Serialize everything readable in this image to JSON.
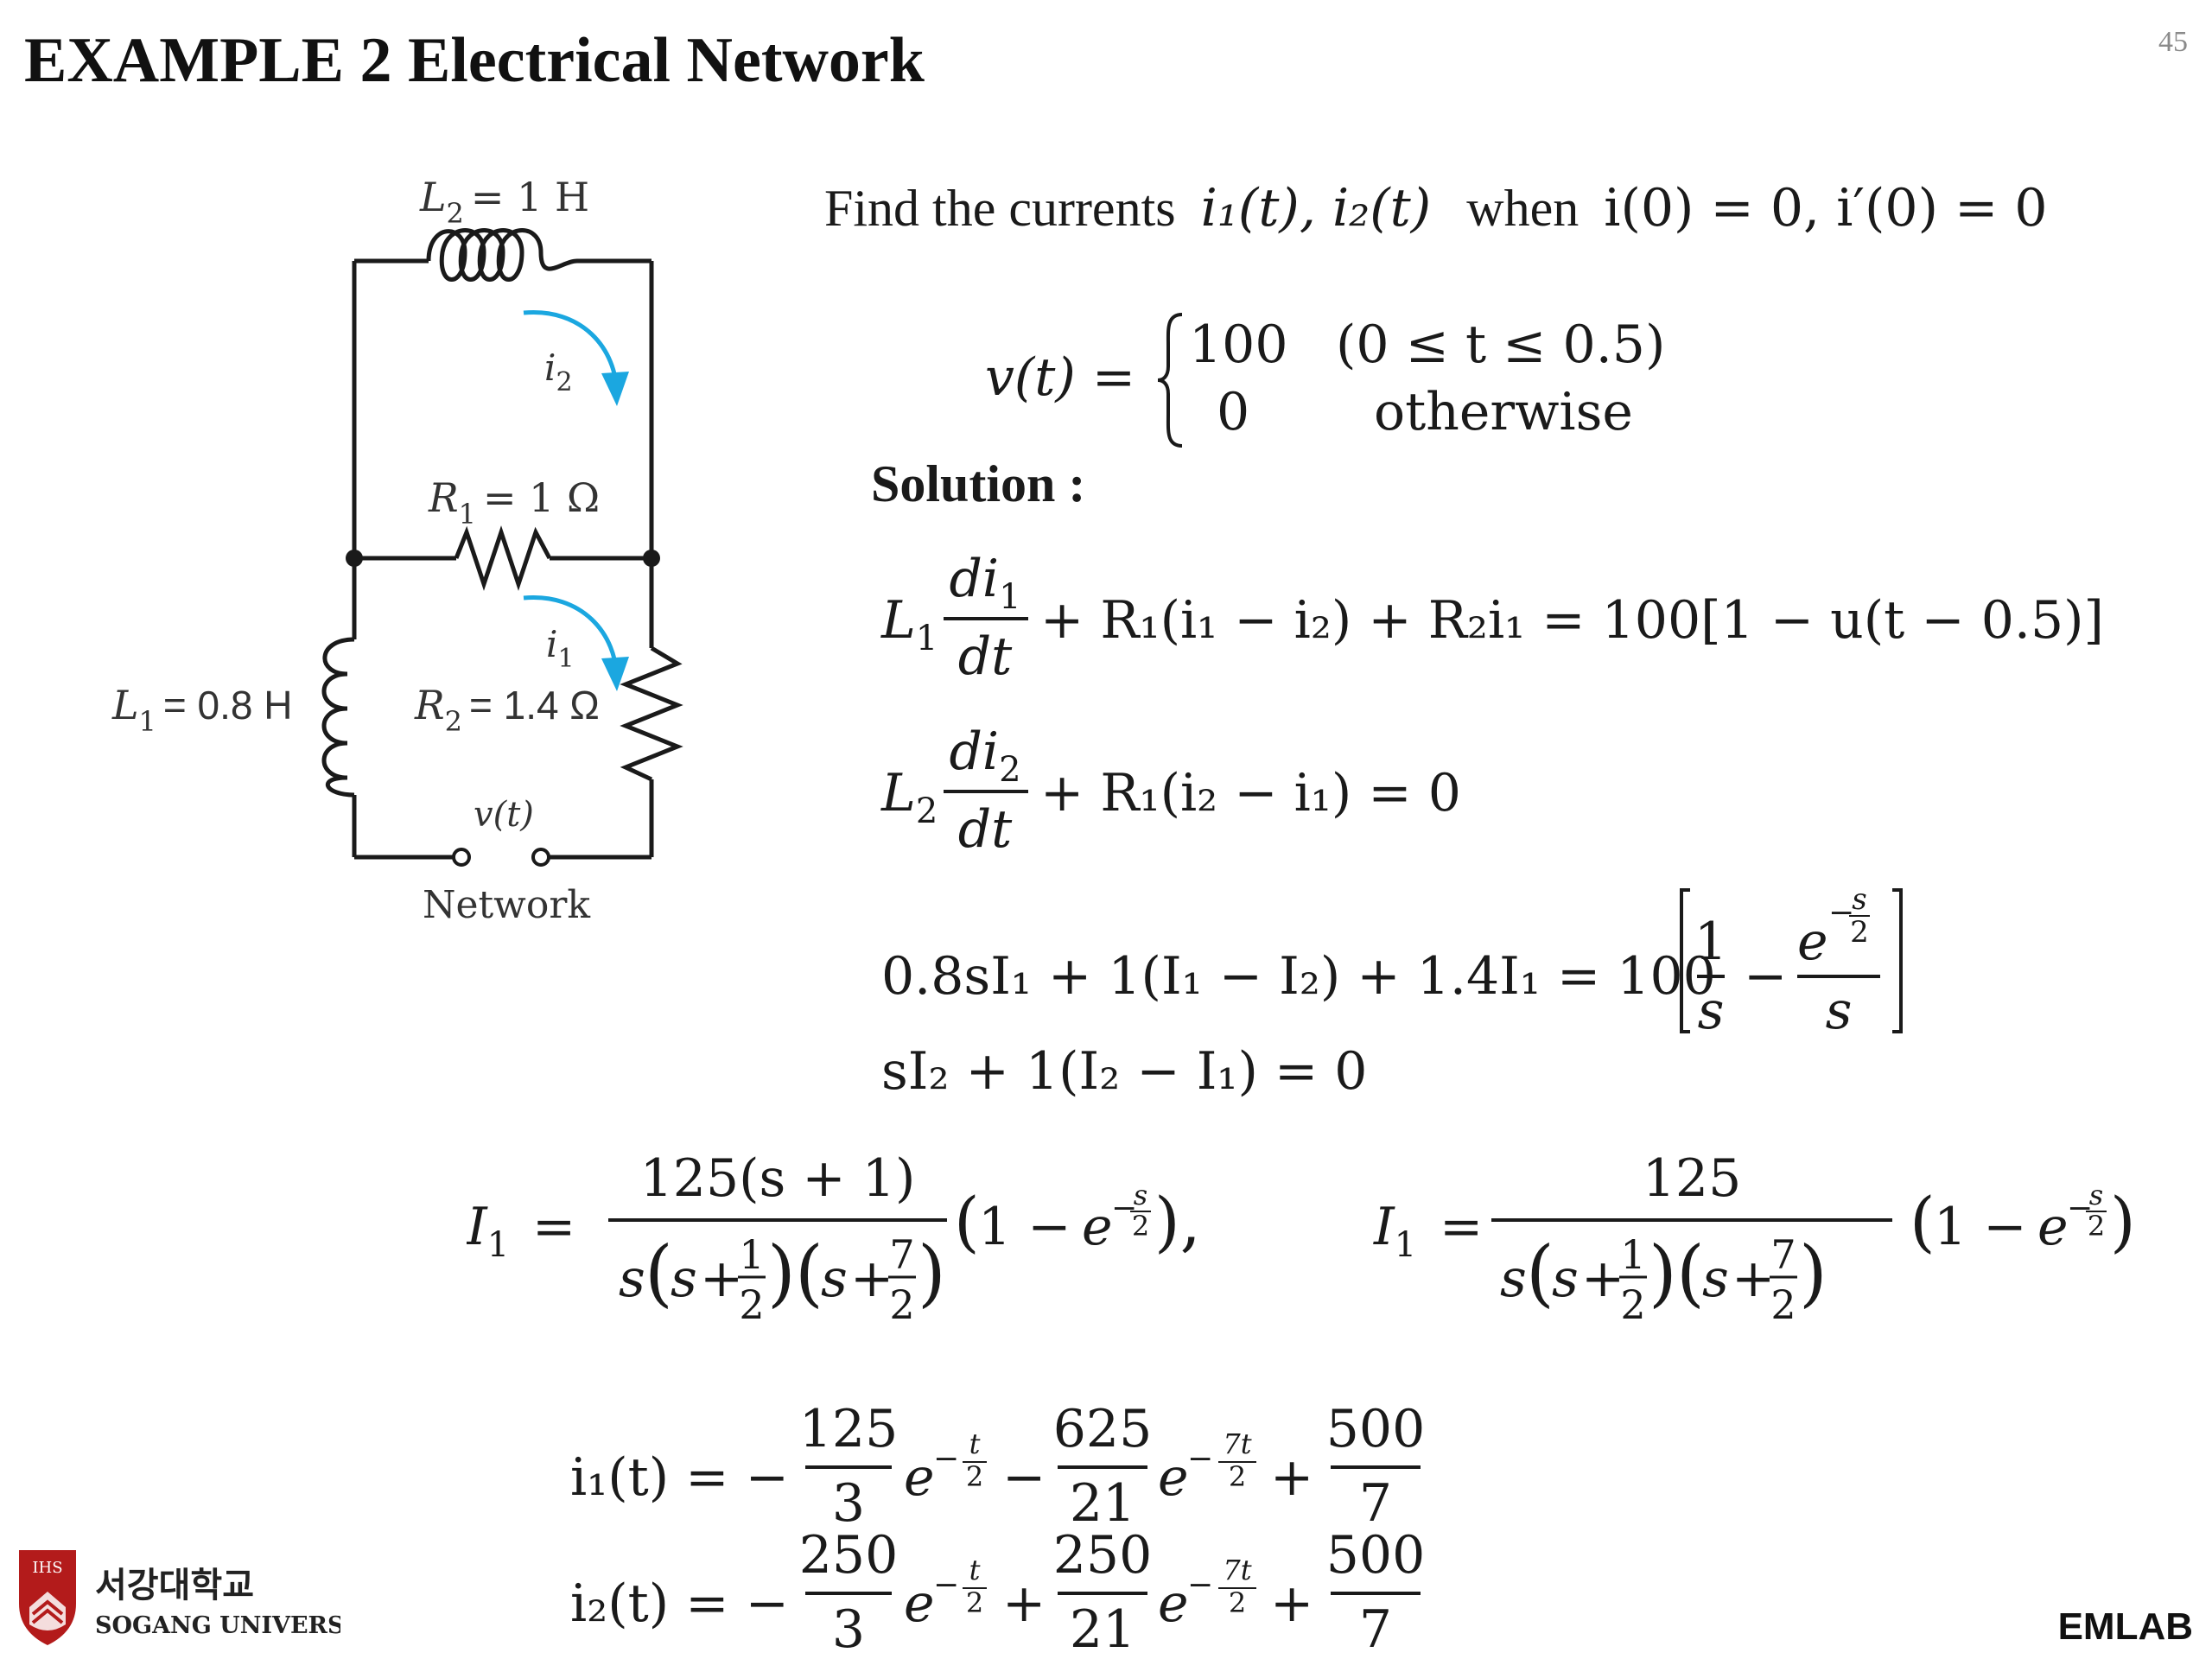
{
  "slide": {
    "title": "EXAMPLE 2 Electrical Network",
    "page_number": "45",
    "footer_brand": "EMLAB",
    "university_korean": "서강대학교",
    "university_english": "SOGANG UNIVERSITY",
    "crest_letters": "IHS"
  },
  "circuit": {
    "L2_name": "L",
    "L2_sub": "2",
    "L2_value": "= 1 H",
    "R1_name": "R",
    "R1_sub": "1",
    "R1_value": "= 1 Ω",
    "L1_name": "L",
    "L1_sub": "1",
    "L1_value": "= 0.8 H",
    "R2_name": "R",
    "R2_sub": "2",
    "R2_value": "= 1.4 Ω",
    "i2_label": "i",
    "i2_sub": "2",
    "i1_label": "i",
    "i1_sub": "1",
    "source_label": "v(t)",
    "caption": "Network",
    "arrow_color": "#1ba7e0"
  },
  "problem": {
    "statement_text": "Find the currents",
    "currents": "i₁(t), i₂(t)",
    "when_text": "when",
    "initial_conditions": "i(0) = 0, i′(0) = 0",
    "v_lhs": "v(t) =",
    "case1_value": "100",
    "case1_condition": "(0 ≤ t ≤ 0.5)",
    "case2_value": "0",
    "case2_condition": "otherwise"
  },
  "solution": {
    "heading": "Solution :",
    "ode1_lhs_tail": "+ R₁(i₁ − i₂) + R₂i₁ = 100[1 − u(t − 0.5)]",
    "ode2_lhs_tail": "+ R₁(i₂ − i₁) = 0",
    "laplace1_lhs": "0.8sI₁ + 1(I₁ − I₂) + 1.4I₁ = 100",
    "laplace2": "sI₂ + 1(I₂ − I₁) = 0",
    "I1_numerator": "125(s + 1)",
    "I2_numerator": "125",
    "i1_t_lhs": "i₁(t) = −",
    "i2_t_lhs": "i₂(t) = −",
    "coef_125": "125",
    "coef_3": "3",
    "coef_625": "625",
    "coef_21": "21",
    "coef_500": "500",
    "coef_7": "7",
    "coef_250": "250"
  }
}
